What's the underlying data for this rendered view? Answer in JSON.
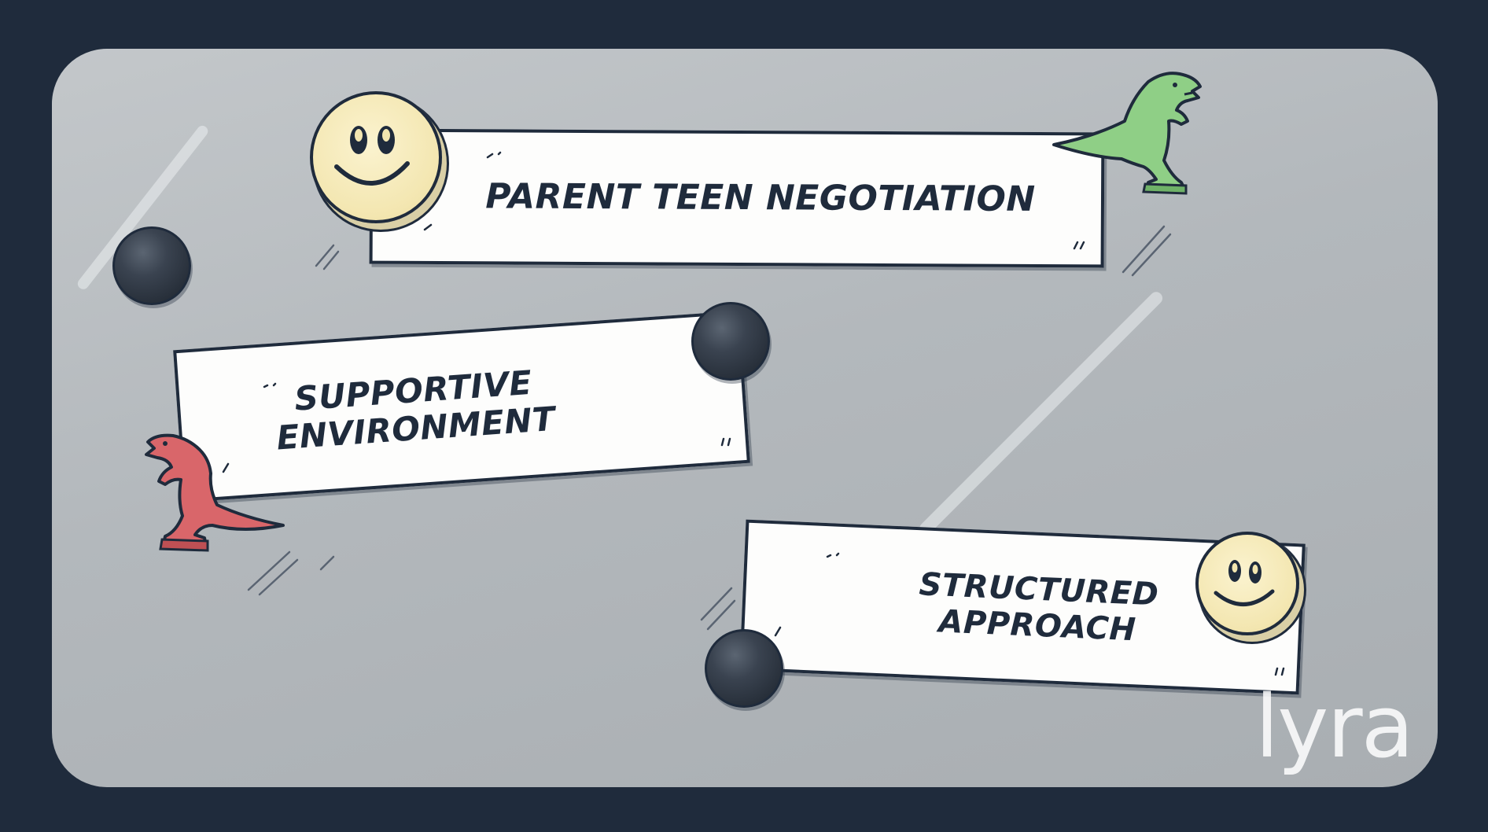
{
  "cards": {
    "parent_teen": "PARENT TEEN NEGOTIATION",
    "supportive_line1": "SUPPORTIVE",
    "supportive_line2": "ENVIRONMENT",
    "structured_line1": "STRUCTURED",
    "structured_line2": "APPROACH"
  },
  "logo": "lyra",
  "colors": {
    "background": "#1f2b3c",
    "board": "#b8bcc0",
    "card": "#fdfdfc",
    "text": "#1f2b3c",
    "green_dino": "#8fcf86",
    "red_dino": "#d9666a",
    "smiley": "#f3e6b0"
  },
  "icons": [
    "smiley-magnet-icon",
    "green-dinosaur-magnet-icon",
    "red-dinosaur-magnet-icon",
    "black-ball-magnet-icon"
  ]
}
